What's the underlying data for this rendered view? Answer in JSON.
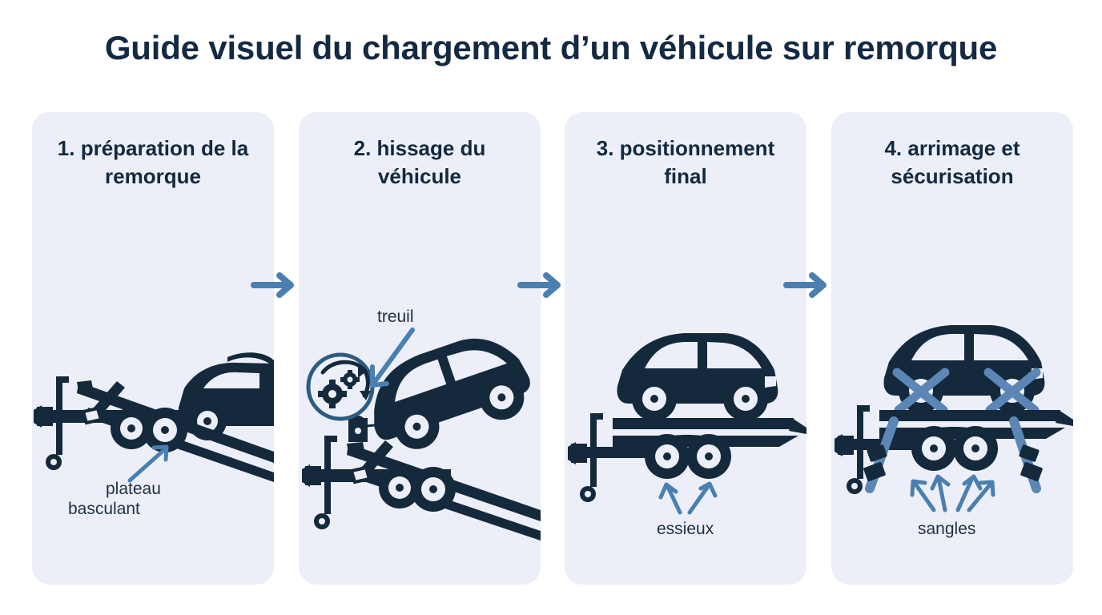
{
  "title": "Guide visuel du chargement d’un véhicule sur remorque",
  "colors": {
    "page_background": "#ffffff",
    "panel_background": "#eceff7",
    "title_text": "#152a42",
    "heading_text": "#14293f",
    "vehicle_dark": "#15293d",
    "accent_blue": "#4a7fb0",
    "strap_blue": "#5b86b5",
    "annotation_text": "#1e3042"
  },
  "steps": [
    {
      "number": "1.",
      "heading": "1. préparation de la remorque",
      "annotation": "plateau basculant",
      "icons": [
        "tilted-trailer-icon",
        "car-partial-icon",
        "jockey-wheel-icon",
        "annotation-arrow-icon"
      ]
    },
    {
      "number": "2.",
      "heading": "2. hissage du véhicule",
      "annotation": "treuil",
      "icons": [
        "winch-gear-icon",
        "tilted-trailer-icon",
        "car-on-ramp-icon",
        "annotation-arrow-icon"
      ]
    },
    {
      "number": "3.",
      "heading": "3. positionnement final",
      "annotation": "essieux",
      "icons": [
        "flat-trailer-icon",
        "car-loaded-icon",
        "tandem-axle-icon",
        "annotation-arrow-icon"
      ]
    },
    {
      "number": "4.",
      "heading": "4. arrimage et sécurisation",
      "annotation": "sangles",
      "icons": [
        "flat-trailer-icon",
        "car-loaded-icon",
        "strap-icon",
        "ratchet-buckle-icon",
        "annotation-arrow-icon"
      ]
    }
  ],
  "flow_arrows": [
    {
      "name": "arrow-step-1-to-2"
    },
    {
      "name": "arrow-step-2-to-3"
    },
    {
      "name": "arrow-step-3-to-4"
    }
  ]
}
